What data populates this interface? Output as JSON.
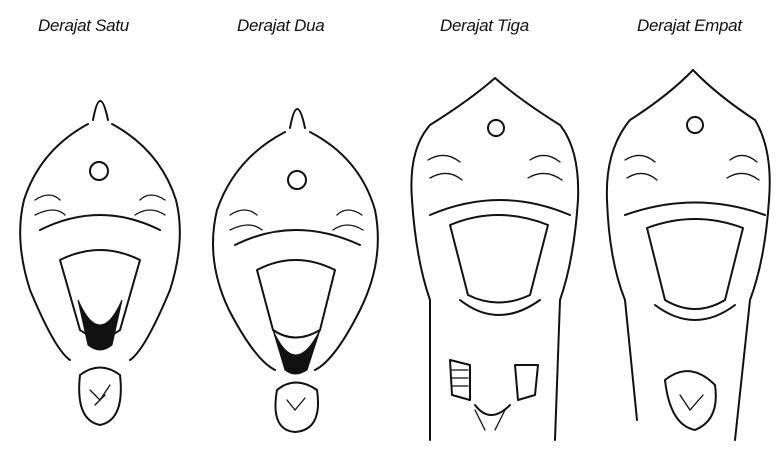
{
  "diagram": {
    "stages": [
      {
        "label": "Derajat Satu"
      },
      {
        "label": "Derajat Dua"
      },
      {
        "label": "Derajat Tiga"
      },
      {
        "label": "Derajat Empat"
      }
    ]
  }
}
